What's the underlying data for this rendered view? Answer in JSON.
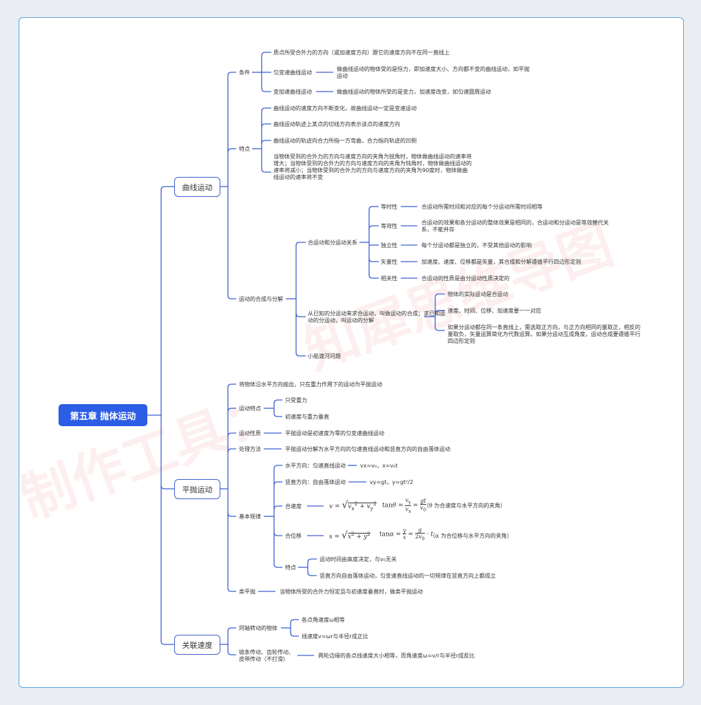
{
  "root": "第五章 抛体运动",
  "watermark": {
    "text1": "制作工具：",
    "text2": "知犀思维导图"
  },
  "sections": {
    "curve": {
      "title": "曲线运动",
      "cond": {
        "label": "条件",
        "c1": "质点所受合外力的方向（或加速度方向）跟它的速度方向不在同一直线上",
        "c2": "匀变速曲线运动",
        "c2d": "做曲线运动的物体受的是恒力，即加速度大小、方向都不变的曲线运动，如平抛运动",
        "c3": "变加速曲线运动",
        "c3d": "做曲线运动的物体所受的是变力，加速度改变，如匀速圆周运动"
      },
      "feat": {
        "label": "特点",
        "f1": "曲线运动的速度方向不断变化，故曲线运动一定是变速运动",
        "f2": "曲线运动轨迹上某点的切线方向表示该点的速度方向",
        "f3": "曲线运动的轨迹向合力所指一方弯曲，合力指向轨迹的凹侧",
        "f4": "当物体受到的合外力的方向与速度方向的夹角为锐角时，物体做曲线运动的速率将增大；当物体受到的合外力的方向与速度方向的夹角为钝角时，物体做曲线运动的速率将减小；当物体受到的合外力的方向与速度方向的夹角为90度时，物体做曲线运动的速率将不变"
      },
      "comp": {
        "label": "运动的合成与分解",
        "rel": {
          "label": "合运动和分运动关系",
          "items": [
            {
              "k": "等时性",
              "v": "合运动所需时间和对应的每个分运动所需时间相等"
            },
            {
              "k": "等效性",
              "v": "合运动的效果和各分运动的整体效果是相同的，合运动和分运动是等效替代关系，不能并存"
            },
            {
              "k": "独立性",
              "v": "每个分运动都是独立的，不受其他运动的影响"
            },
            {
              "k": "矢量性",
              "v": "加速度、速度、位移都是矢量，其合成和分解遵循平行四边形定则"
            },
            {
              "k": "相关性",
              "v": "合运动的性质是由分运动性质决定的"
            }
          ]
        },
        "known": {
          "label": "从已知的分运动来求合运动，叫做运动的合成；求已知运动的分运动，叫运动的分解",
          "k1": "物体的实际运动是合运动",
          "k2": "速度、时间、位移、加速度要一一对应",
          "k3": "如果分运动都在同一条直线上，需选取正方向，与正方向相同的量取正，相反的量取负，矢量运算简化为代数运算。如果分运动互成角度，运动合成要遵循平行四边形定则"
        },
        "boat": "小船渡河问题"
      }
    },
    "proj": {
      "title": "平抛运动",
      "def": "将物体沿水平方向抛出，只在重力作用下的运动为平抛运动",
      "mf": {
        "label": "运动特点",
        "a": "只受重力",
        "b": "初速度与重力垂直"
      },
      "nature": {
        "label": "运动性质",
        "v": "平抛运动是初速度为零的匀变速曲线运动"
      },
      "method": {
        "label": "处理方法",
        "v": "平抛运动分解为水平方向的匀速直线运动和竖直方向的自由落体运动"
      },
      "law": {
        "label": "基本规律",
        "h": "水平方向：匀速直线运动",
        "hv": "vx=v₀，x=v₀t",
        "v": "竖直方向：自由落体运动",
        "vv": "vy=gt，y=gt²/2",
        "cv": "合速度",
        "cv_note": "（θ 为合速度与水平方向的夹角）",
        "cd": "合位移",
        "cd_note": "（α 为合位移与水平方向的夹角）",
        "pt": "特点",
        "pt1": "运动时间由高度决定，与v₀无关",
        "pt2": "竖直方向自由落体运动，匀变速直线运动的一切规律在竖直方向上都成立"
      },
      "similar": {
        "label": "类平抛",
        "v": "当物体所受的合外力恒定且与初速度垂直时，做类平抛运动"
      }
    },
    "link": {
      "title": "关联速度",
      "coax": {
        "label": "同轴转动的物体",
        "a": "各点角速度ω相等",
        "b": "线速度v=ωr与半径r成正比"
      },
      "chain": {
        "label": "链条传动、齿轮传动、皮带传动（不打滑）",
        "v": "两轮边缘的各点线速度大小相等，而角速度ω=v/r与半径r成反比"
      }
    }
  },
  "colors": {
    "line": "#3c5fcf",
    "root": "#2c5de5",
    "frame": "#5aa3df"
  }
}
